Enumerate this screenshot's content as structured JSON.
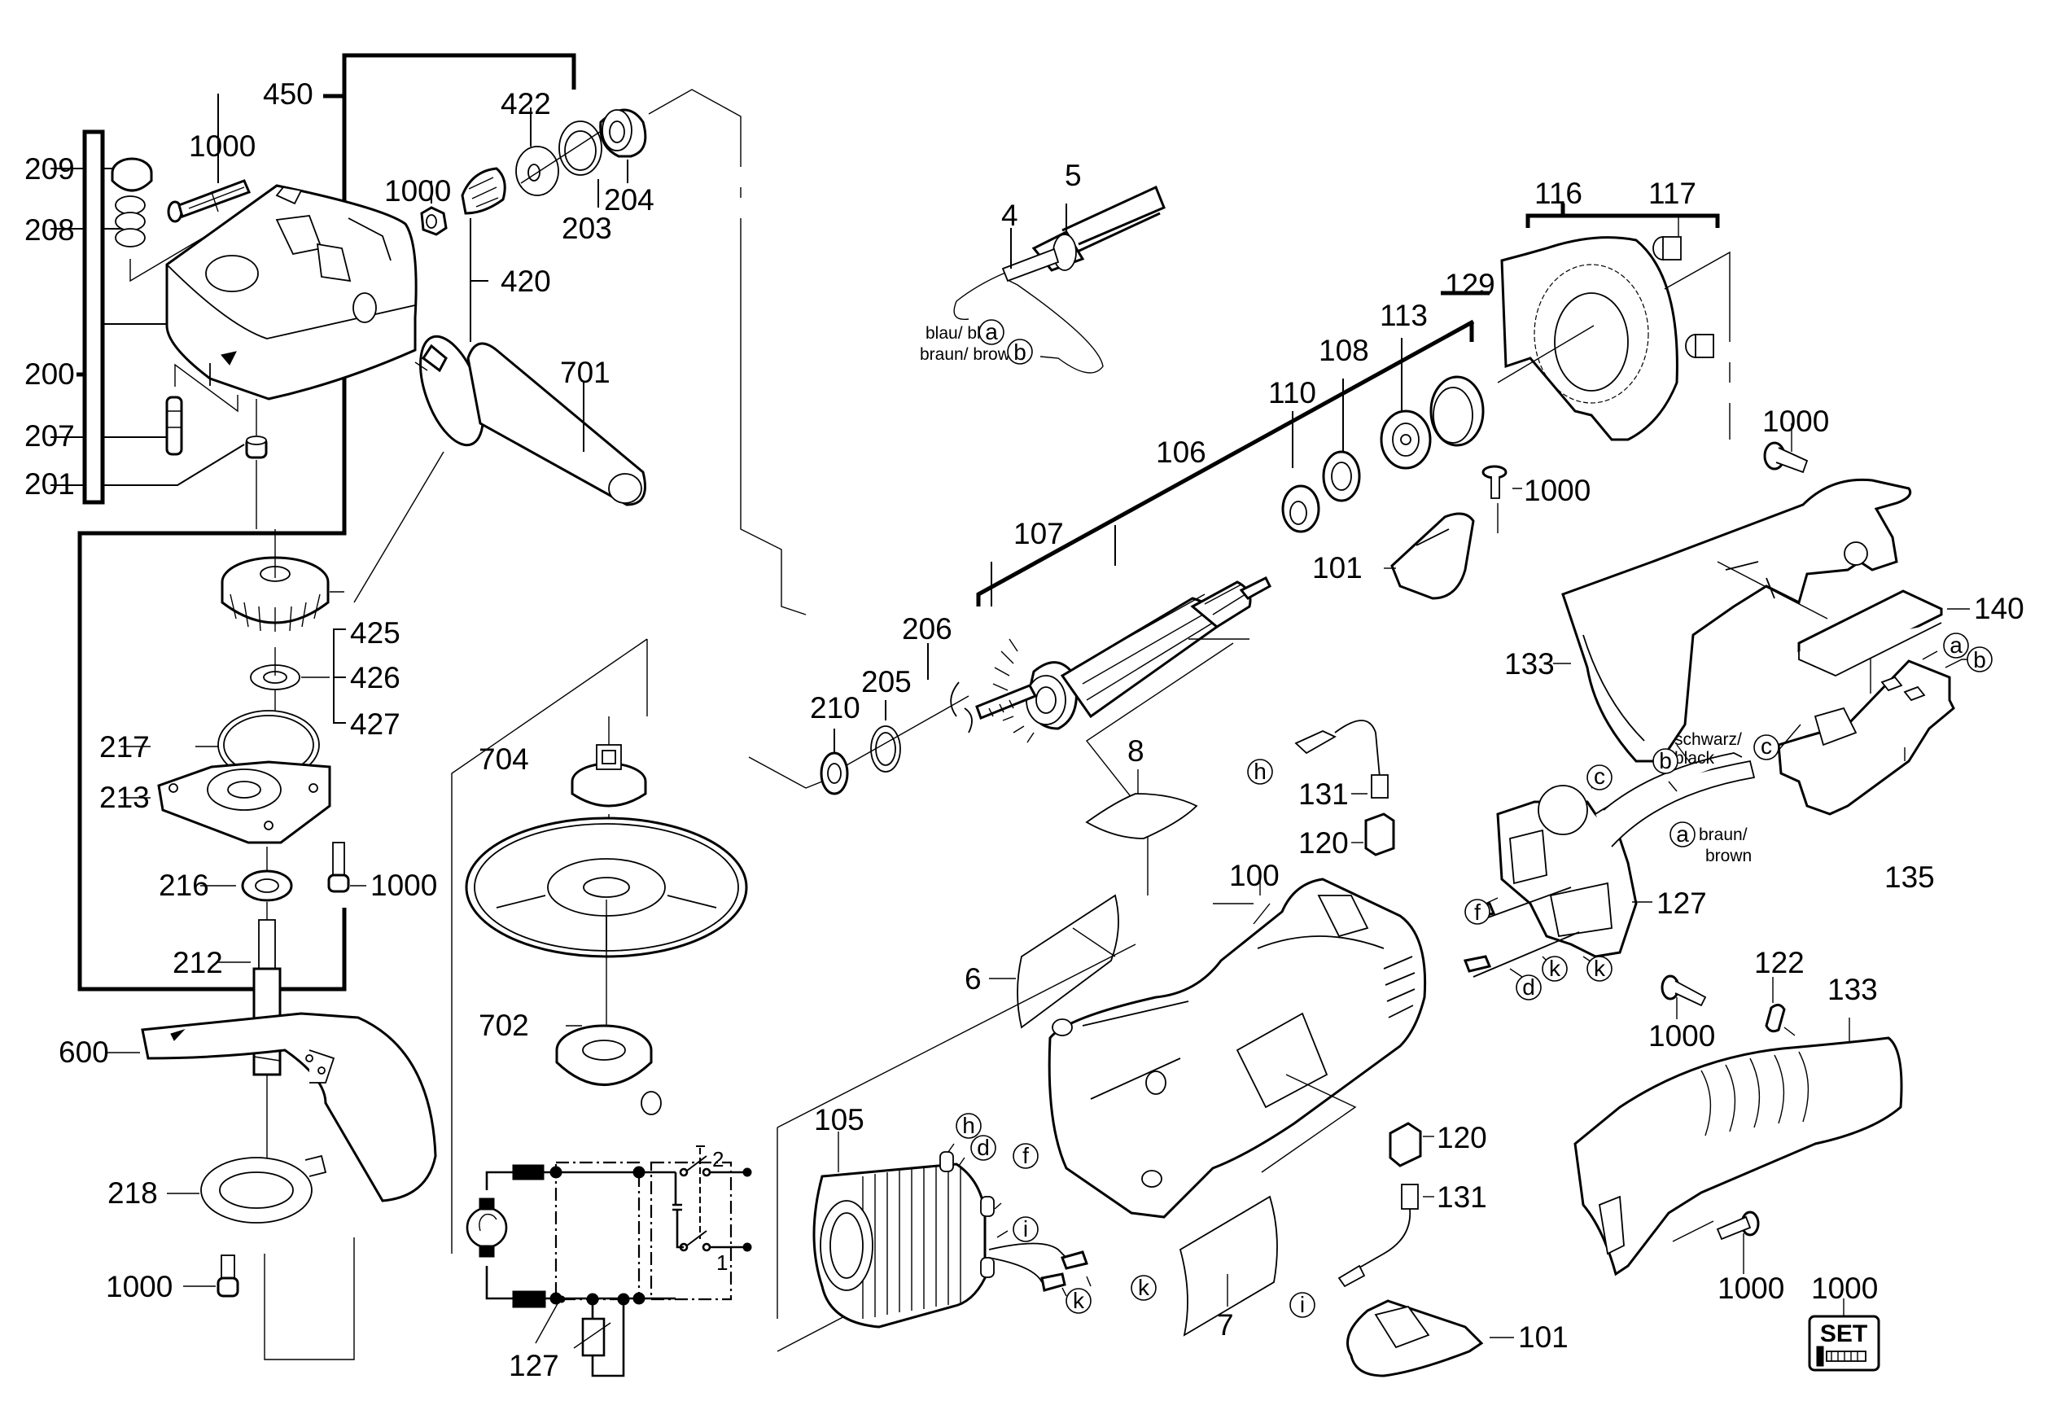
{
  "diagram": {
    "title": "Angle grinder exploded parts diagram",
    "part_labels": {
      "p450": "450",
      "p422": "422",
      "p209": "209",
      "p1000_a": "1000",
      "p1000_b": "1000",
      "p208": "208",
      "p203": "203",
      "p204": "204",
      "p420": "420",
      "p200": "200",
      "p701": "701",
      "p207": "207",
      "p201": "201",
      "p425": "425",
      "p426": "426",
      "p427": "427",
      "p217": "217",
      "p213": "213",
      "p216": "216",
      "p1000_c": "1000",
      "p212": "212",
      "p600": "600",
      "p218": "218",
      "p1000_d": "1000",
      "p704": "704",
      "p702": "702",
      "p5": "5",
      "p4": "4",
      "p116": "116",
      "p117": "117",
      "p129": "129",
      "p113": "113",
      "p108": "108",
      "p110": "110",
      "p106": "106",
      "p107": "107",
      "p1000_e": "1000",
      "p101_a": "101",
      "p206": "206",
      "p205": "205",
      "p210": "210",
      "p1000_f": "1000",
      "p133_a": "133",
      "p140": "140",
      "p8": "8",
      "p131_a": "131",
      "p120_a": "120",
      "p100": "100",
      "p6": "6",
      "p127_a": "127",
      "p135": "135",
      "p122": "122",
      "p1000_g": "1000",
      "p133_b": "133",
      "p105": "105",
      "p120_b": "120",
      "p131_b": "131",
      "p7": "7",
      "p127_b": "127",
      "p1000_h": "1000",
      "p101_b": "101",
      "p1000_set": "1000"
    },
    "wire_labels": {
      "blue": "blau/ blue",
      "brown": "braun/ brown",
      "black_de": "schwarz/",
      "black_en": "black",
      "brown_de": "braun/",
      "brown_en": "brown"
    },
    "callouts": {
      "a": "a",
      "b": "b",
      "c": "c",
      "d": "d",
      "f": "f",
      "h": "h",
      "i": "i",
      "k": "k"
    },
    "schematic": {
      "switch_pos_2": "2",
      "switch_pos_1": "1"
    },
    "set_badge": {
      "text": "SET"
    }
  }
}
